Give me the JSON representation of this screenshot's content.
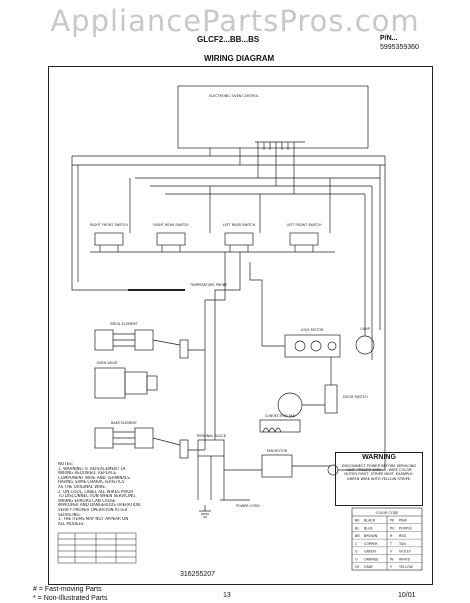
{
  "watermark": "AppliancePartsPros.com",
  "header": {
    "model": "GLCF2...BB...BS",
    "publication": "P/N...",
    "part_number": "5995359360",
    "title": "WIRING DIAGRAM"
  },
  "diagram": {
    "control_label": "ELECTRONIC OVEN CONTROL",
    "switches": [
      "RIGHT FRONT SWITCH",
      "RIGHT REAR SWITCH",
      "LEFT REAR SWITCH",
      "LEFT FRONT SWITCH"
    ],
    "component_labels": {
      "oven_sensor": "TEMPERATURE PROBE",
      "bake_element": "BAKE ELEMENT",
      "broil_element": "BROIL ELEMENT",
      "oven_valve": "OVEN VALVE",
      "door_lock": "LOCK MOTOR",
      "lamp": "LAMP",
      "door_switch": "DOOR SWITCH",
      "convection_fan": "CONVECTION FAN",
      "power_cord": "POWER CORD",
      "terminal": "TERMINAL BLOCK",
      "fan_motor": "FAN MOTOR"
    }
  },
  "notes": {
    "title": "NOTES:",
    "lines": [
      "1. WARNING: IF REPLACEMENT OF",
      "   WIRING REQUIRED, REPLACE",
      "   COMPONENT WIRE AND TERMINALS",
      "   HAVING SAME CHARACTERISTICS",
      "   AS THE ORIGINAL WIRE.",
      "2. ON COOL, LABEL ALL WIRES PRIOR",
      "   TO DISCONNECTION WHEN SERVICING.",
      "   WIRING ERRORS CAN CAUSE",
      "   IMPROPER AND DANGEROUS OPERATION.",
      "   VERIFY PROPER OPERATION AFTER",
      "   SERVICING.",
      "3. THE ITEMS MAY NOT APPEAR ON",
      "   ALL MODELS."
    ]
  },
  "document_number": "316255207",
  "warning": {
    "title": "WARNING",
    "body": "DISCONNECT POWER BEFORE SERVICING UNIT. TRACER WIRE: ... WIRE COLOR NOTED FIRST, STRIPE NEXT. EXAMPLE: GREEN WIRE WITH YELLOW STRIPE."
  },
  "color_table": {
    "header": "COLOR CODE",
    "rows": [
      [
        "BK",
        "BLACK",
        "PK",
        "PINK"
      ],
      [
        "BL",
        "BLUE",
        "PU",
        "PURPLE"
      ],
      [
        "BR",
        "BROWN",
        "R",
        "RED"
      ],
      [
        "C",
        "COPPER",
        "T",
        "TAN"
      ],
      [
        "G",
        "GREEN",
        "V",
        "VIOLET"
      ],
      [
        "O",
        "ORANGE",
        "W",
        "WHITE"
      ],
      [
        "GY",
        "GRAY",
        "Y",
        "YELLOW"
      ]
    ]
  },
  "legend": {
    "fast_moving": "# = Fast-moving Parts",
    "non_illustrated": "* = Non-Illustrated Parts"
  },
  "page": "13",
  "date": "10/01"
}
